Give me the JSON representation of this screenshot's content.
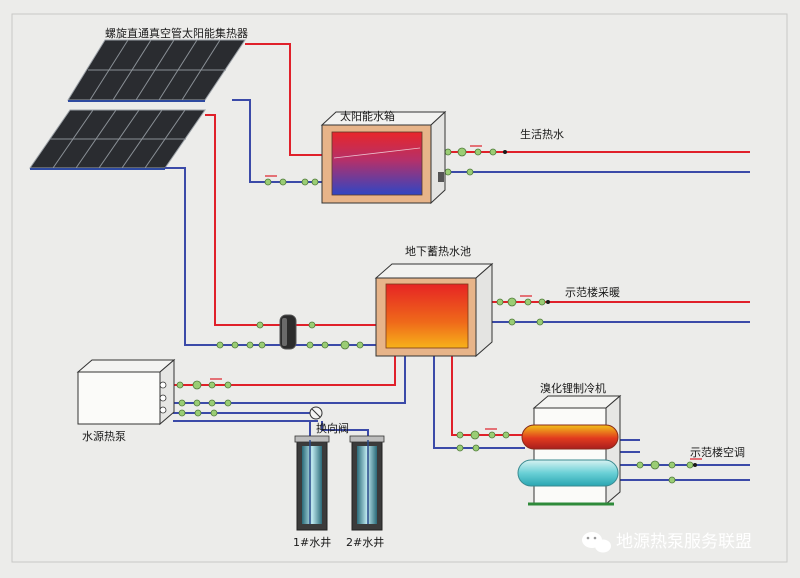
{
  "labels": {
    "collector": "螺旋直通真空管太阳能集热器",
    "solar_tank": "太阳能水箱",
    "domestic_hot_water": "生活热水",
    "underground_pool": "地下蓄热水池",
    "demo_heating": "示范楼采暖",
    "water_heat_pump": "水源热泵",
    "reversing_valve": "换向阀",
    "chiller": "溴化锂制冷机",
    "demo_ac": "示范楼空调",
    "well_1": "1#水井",
    "well_2": "2#水井"
  },
  "watermark": {
    "icon": "wechat-icon",
    "text": "地源热泵服务联盟"
  },
  "colors": {
    "hot_pipe": "#e0202a",
    "cold_pipe": "#3b4aa8",
    "tank_hot": "#e4302a",
    "tank_cold": "#3a48c8",
    "insulation": "#e7b489",
    "collector": "#27292c",
    "background": "#ececea"
  }
}
